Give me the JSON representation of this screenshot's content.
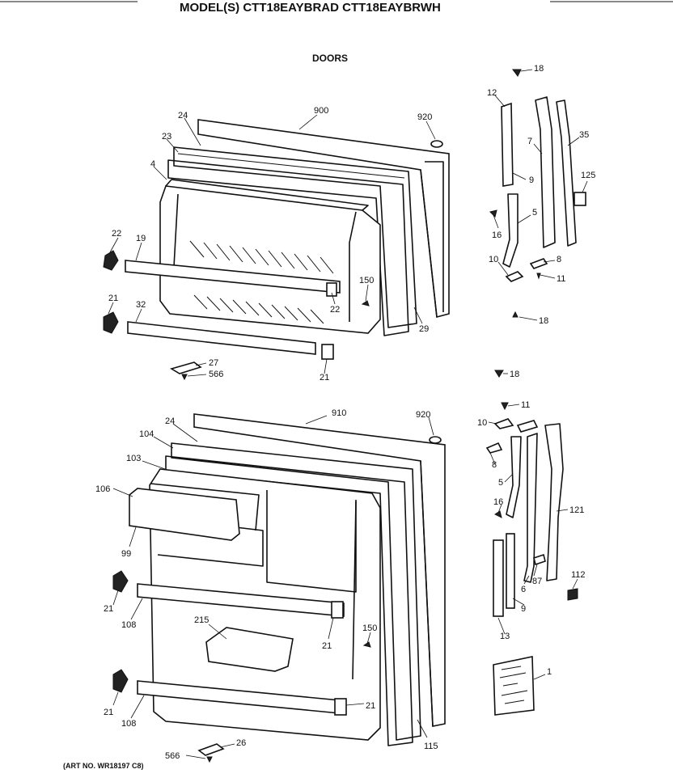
{
  "header": {
    "title": "MODEL(S) CTT18EAYBRAD  CTT18EAYBRWH",
    "section": "DOORS"
  },
  "footer": {
    "art_number": "(ART NO. WR18197 C8)"
  },
  "labels": {
    "upper": {
      "p900": "900",
      "p920": "920",
      "p24": "24",
      "p23": "23",
      "p4": "4",
      "p22a": "22",
      "p19": "19",
      "p21a": "21",
      "p32": "32",
      "p150": "150",
      "p22b": "22",
      "p27": "27",
      "p566": "566",
      "p21b": "21",
      "p29": "29",
      "p18a": "18",
      "p12": "12",
      "p7": "7",
      "p35": "35",
      "p9": "9",
      "p125": "125",
      "p16": "16",
      "p5": "5",
      "p10": "10",
      "p8": "8",
      "p11": "11",
      "p18b": "18"
    },
    "lower": {
      "p18": "18",
      "p11": "11",
      "p910": "910",
      "p920": "920",
      "p24": "24",
      "p104": "104",
      "p103": "103",
      "p106": "106",
      "p99": "99",
      "p10": "10",
      "p8": "8",
      "p5": "5",
      "p16": "16",
      "p121": "121",
      "p6": "6",
      "p87": "87",
      "p112": "112",
      "p9": "9",
      "p13": "13",
      "p21a": "21",
      "p108a": "108",
      "p215": "215",
      "p21b": "21",
      "p150": "150",
      "p21c": "21",
      "p108b": "108",
      "p21d": "21",
      "p1": "1",
      "p566": "566",
      "p26": "26",
      "p115": "115"
    }
  }
}
